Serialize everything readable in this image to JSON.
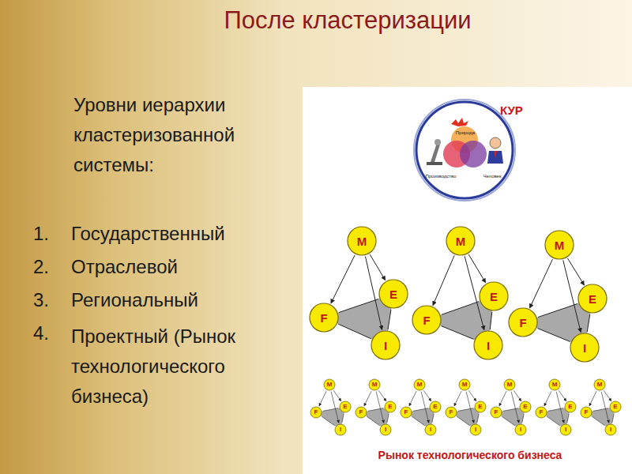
{
  "diagram": {
    "title": "После кластеризации",
    "caption": "Рынок технологического бизнеса",
    "nodes": [
      {
        "text": [
          "КУР"
        ]
      },
      {
        "text": [
          "M"
        ]
      },
      {
        "text": [
          "E"
        ]
      },
      {
        "text": [
          "F"
        ]
      },
      {
        "text": [
          "I"
        ]
      },
      {
        "text": [
          "M"
        ]
      },
      {
        "text": [
          "E"
        ]
      },
      {
        "text": [
          "F"
        ]
      },
      {
        "text": [
          "I"
        ]
      },
      {
        "text": [
          "M"
        ]
      },
      {
        "text": [
          "E"
        ]
      },
      {
        "text": [
          "F"
        ]
      },
      {
        "text": [
          "I"
        ]
      },
      {
        "text": [
          "M"
        ]
      },
      {
        "text": [
          "E"
        ]
      },
      {
        "text": [
          "F"
        ]
      },
      {
        "text": [
          "I"
        ]
      },
      {
        "text": [
          "M"
        ]
      },
      {
        "text": [
          "E"
        ]
      },
      {
        "text": [
          "F"
        ]
      },
      {
        "text": [
          "I"
        ]
      },
      {
        "text": [
          "M"
        ]
      },
      {
        "text": [
          "E"
        ]
      },
      {
        "text": [
          "F"
        ]
      },
      {
        "text": [
          "I"
        ]
      },
      {
        "text": [
          "M"
        ]
      },
      {
        "text": [
          "E"
        ]
      },
      {
        "text": [
          "F"
        ]
      },
      {
        "text": [
          "I"
        ]
      },
      {
        "text": [
          "M"
        ]
      },
      {
        "text": [
          "E"
        ]
      },
      {
        "text": [
          "F"
        ]
      },
      {
        "text": [
          "I"
        ]
      },
      {
        "text": [
          "M"
        ]
      },
      {
        "text": [
          "E"
        ]
      },
      {
        "text": [
          "F"
        ]
      },
      {
        "text": [
          "I"
        ]
      },
      {
        "text": [
          "M"
        ]
      },
      {
        "text": [
          "E"
        ]
      },
      {
        "text": [
          "F"
        ]
      },
      {
        "text": [
          "I"
        ]
      }
    ],
    "edges": [
      {
        "from": 1,
        "to": 3,
        "arrow": "to"
      },
      {
        "from": 1,
        "to": 2,
        "arrow": "to"
      },
      {
        "from": 1,
        "to": 4,
        "arrow": "to"
      },
      {
        "from": 3,
        "to": 2,
        "arrow": "none"
      },
      {
        "from": 3,
        "to": 4,
        "arrow": "none"
      },
      {
        "from": 2,
        "to": 4,
        "arrow": "none"
      },
      {
        "from": 5,
        "to": 7,
        "arrow": "to"
      },
      {
        "from": 5,
        "to": 6,
        "arrow": "to"
      },
      {
        "from": 5,
        "to": 8,
        "arrow": "to"
      },
      {
        "from": 7,
        "to": 6,
        "arrow": "none"
      },
      {
        "from": 7,
        "to": 8,
        "arrow": "none"
      },
      {
        "from": 6,
        "to": 8,
        "arrow": "none"
      },
      {
        "from": 9,
        "to": 11,
        "arrow": "to"
      },
      {
        "from": 9,
        "to": 10,
        "arrow": "to"
      },
      {
        "from": 9,
        "to": 12,
        "arrow": "to"
      },
      {
        "from": 11,
        "to": 10,
        "arrow": "none"
      },
      {
        "from": 11,
        "to": 12,
        "arrow": "none"
      },
      {
        "from": 10,
        "to": 12,
        "arrow": "none"
      },
      {
        "from": 13,
        "to": 15,
        "arrow": "to"
      },
      {
        "from": 13,
        "to": 14,
        "arrow": "to"
      },
      {
        "from": 13,
        "to": 16,
        "arrow": "to"
      },
      {
        "from": 15,
        "to": 14,
        "arrow": "none"
      },
      {
        "from": 15,
        "to": 16,
        "arrow": "none"
      },
      {
        "from": 14,
        "to": 16,
        "arrow": "none"
      },
      {
        "from": 17,
        "to": 19,
        "arrow": "to"
      },
      {
        "from": 17,
        "to": 18,
        "arrow": "to"
      },
      {
        "from": 17,
        "to": 20,
        "arrow": "to"
      },
      {
        "from": 19,
        "to": 18,
        "arrow": "none"
      },
      {
        "from": 19,
        "to": 20,
        "arrow": "none"
      },
      {
        "from": 18,
        "to": 20,
        "arrow": "none"
      },
      {
        "from": 21,
        "to": 23,
        "arrow": "to"
      },
      {
        "from": 21,
        "to": 22,
        "arrow": "to"
      },
      {
        "from": 21,
        "to": 24,
        "arrow": "to"
      },
      {
        "from": 23,
        "to": 22,
        "arrow": "none"
      },
      {
        "from": 23,
        "to": 24,
        "arrow": "none"
      },
      {
        "from": 22,
        "to": 24,
        "arrow": "none"
      },
      {
        "from": 25,
        "to": 27,
        "arrow": "to"
      },
      {
        "from": 25,
        "to": 26,
        "arrow": "to"
      },
      {
        "from": 25,
        "to": 28,
        "arrow": "to"
      },
      {
        "from": 27,
        "to": 26,
        "arrow": "none"
      },
      {
        "from": 27,
        "to": 28,
        "arrow": "none"
      },
      {
        "from": 26,
        "to": 28,
        "arrow": "none"
      },
      {
        "from": 29,
        "to": 31,
        "arrow": "to"
      },
      {
        "from": 29,
        "to": 30,
        "arrow": "to"
      },
      {
        "from": 29,
        "to": 32,
        "arrow": "to"
      },
      {
        "from": 31,
        "to": 30,
        "arrow": "none"
      },
      {
        "from": 31,
        "to": 32,
        "arrow": "none"
      },
      {
        "from": 30,
        "to": 32,
        "arrow": "none"
      },
      {
        "from": 33,
        "to": 35,
        "arrow": "to"
      },
      {
        "from": 33,
        "to": 34,
        "arrow": "to"
      },
      {
        "from": 33,
        "to": 36,
        "arrow": "to"
      },
      {
        "from": 35,
        "to": 34,
        "arrow": "none"
      },
      {
        "from": 35,
        "to": 36,
        "arrow": "none"
      },
      {
        "from": 34,
        "to": 36,
        "arrow": "none"
      },
      {
        "from": 37,
        "to": 39,
        "arrow": "to"
      },
      {
        "from": 37,
        "to": 38,
        "arrow": "to"
      },
      {
        "from": 37,
        "to": 40,
        "arrow": "to"
      },
      {
        "from": 39,
        "to": 38,
        "arrow": "none"
      },
      {
        "from": 39,
        "to": 40,
        "arrow": "none"
      },
      {
        "from": 38,
        "to": 40,
        "arrow": "none"
      }
    ],
    "labels": [
      "Уровни иерархии кластеризованной системы:",
      "1.",
      "Государственный",
      "2.",
      "Отраслевой",
      "3.",
      "Региональный",
      "4.",
      "Проектный (Рынок технологического бизнеса)",
      "Природа",
      "Производство",
      "Человек"
    ]
  }
}
